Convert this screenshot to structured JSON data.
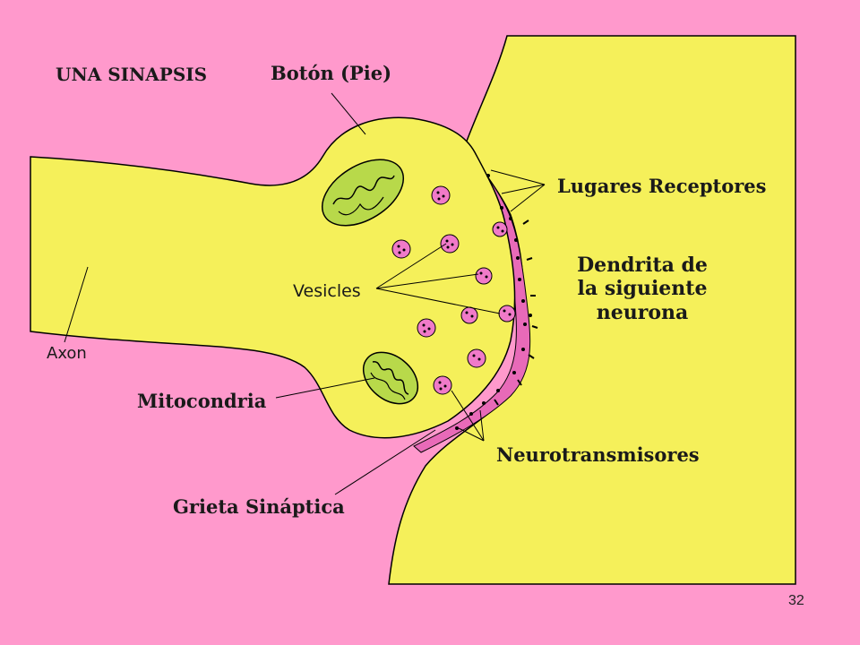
{
  "slide": {
    "title": "UNA SINAPSIS",
    "page_number": "32"
  },
  "labels": {
    "boton": "Botón (Pie)",
    "lugares_receptores": "Lugares Receptores",
    "dendrita_line1": "Dendrita de",
    "dendrita_line2": "la siguiente",
    "dendrita_line3": "neurona",
    "vesicles": "Vesicles",
    "axon": "Axon",
    "mitocondria": "Mitocondria",
    "neurotransmisores": "Neurotransmisores",
    "grieta": "Grieta Sináptica"
  },
  "colors": {
    "background": "#ff99cc",
    "cell": "#f5f05a",
    "cleft_membrane": "#e86ab8",
    "mitochondria": "#b8d94a",
    "vesicle": "#f07ac8",
    "outline": "#000000"
  }
}
